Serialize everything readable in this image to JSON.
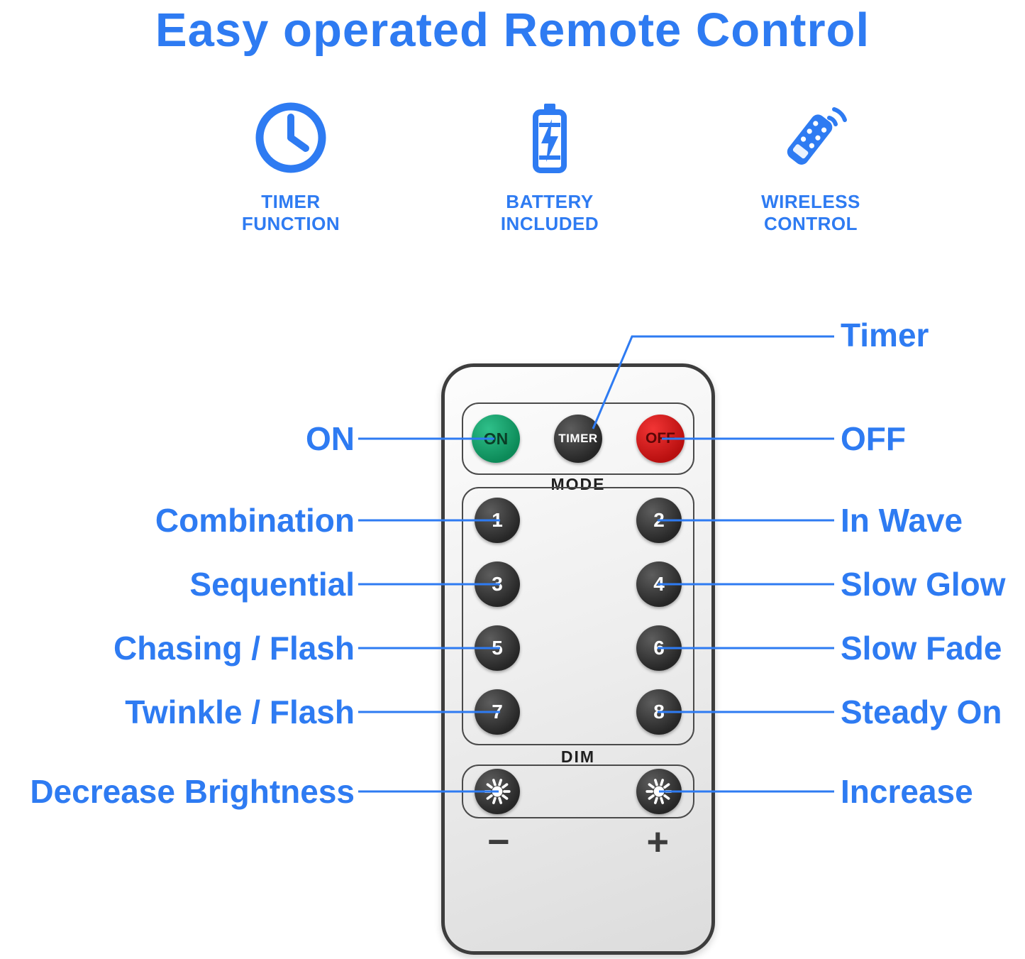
{
  "title": "Easy operated Remote Control",
  "features": [
    {
      "icon": "clock-icon",
      "line1": "TIMER",
      "line2": "FUNCTION"
    },
    {
      "icon": "battery-icon",
      "line1": "BATTERY",
      "line2": "INCLUDED"
    },
    {
      "icon": "remote-icon",
      "line1": "WIRELESS",
      "line2": "CONTROL"
    }
  ],
  "remote": {
    "on_button": "ON",
    "timer_button": "TIMER",
    "off_button": "OFF",
    "mode_label": "MODE",
    "mode_buttons": [
      "1",
      "2",
      "3",
      "4",
      "5",
      "6",
      "7",
      "8"
    ],
    "dim_label": "DIM",
    "decrease_sign": "−",
    "increase_sign": "+"
  },
  "callouts": {
    "left": [
      "ON",
      "Combination",
      "Sequential",
      "Chasing / Flash",
      "Twinkle / Flash",
      "Decrease Brightness"
    ],
    "right": [
      "Timer",
      "OFF",
      "In Wave",
      "Slow Glow",
      "Slow Fade",
      "Steady On",
      "Increase"
    ]
  },
  "colors": {
    "accent": "#2E7BF2",
    "on_green": "#0f8f5c",
    "off_red": "#d01414",
    "button_dark": "#2a2a2a"
  }
}
